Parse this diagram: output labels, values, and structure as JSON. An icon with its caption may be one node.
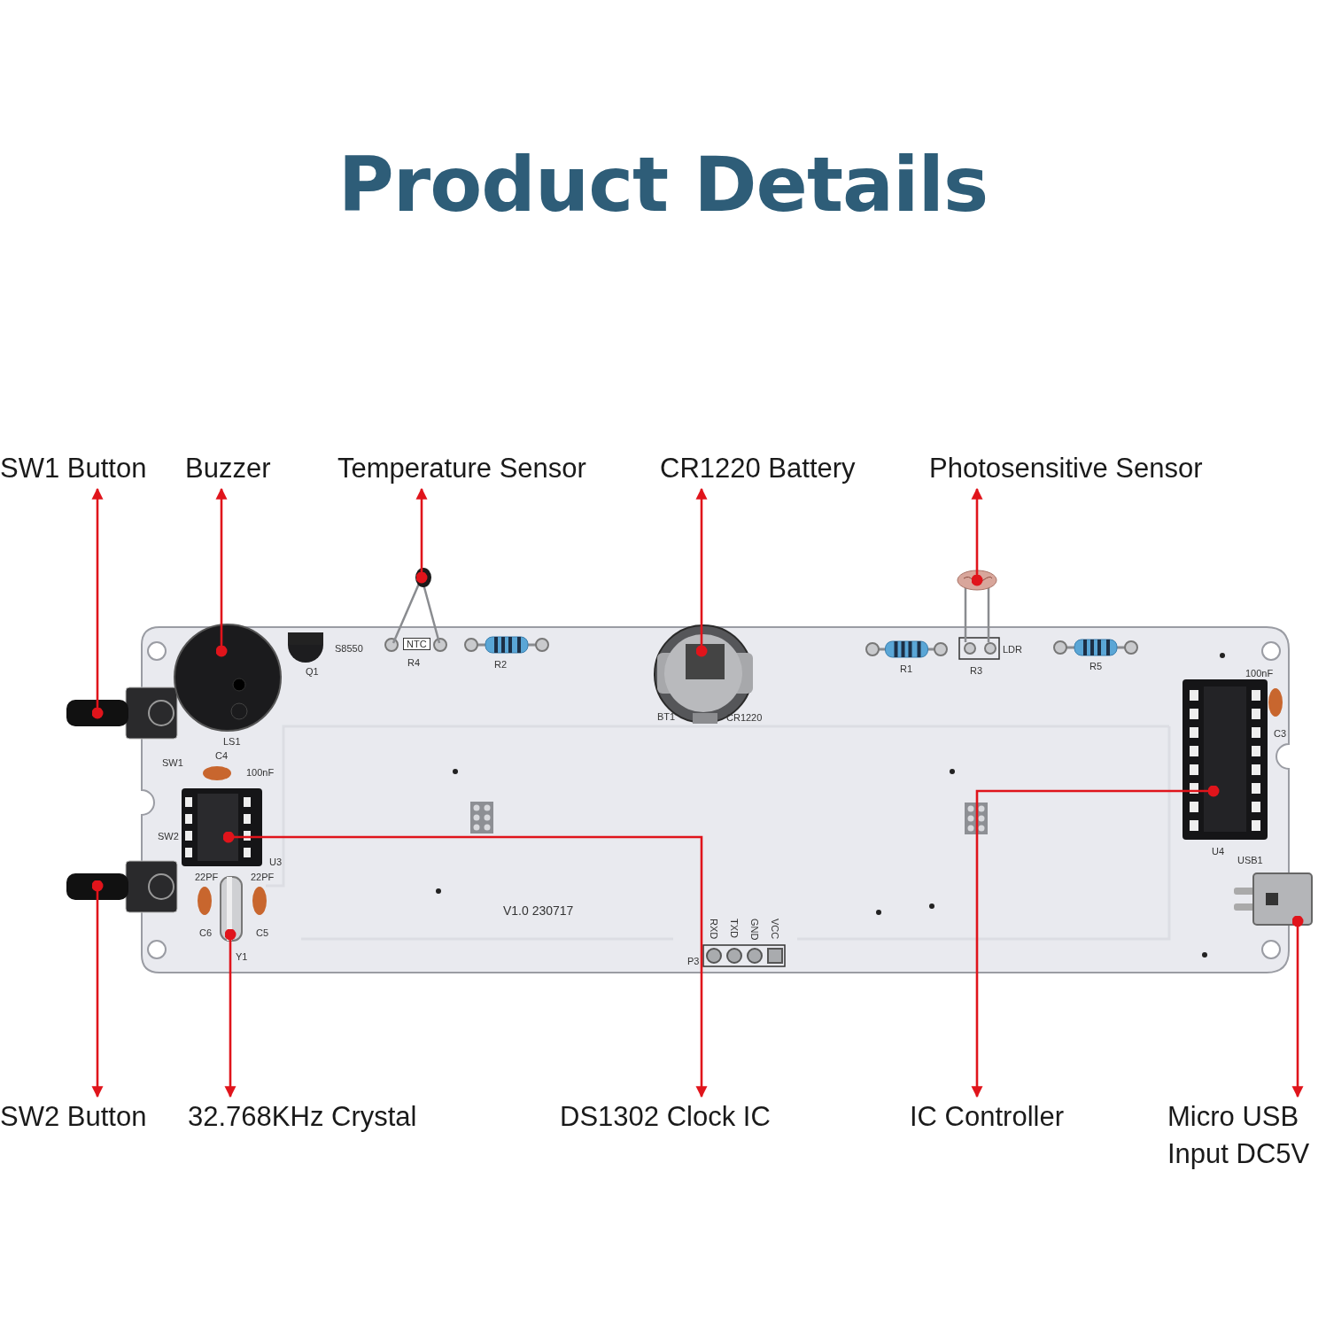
{
  "diagram": {
    "title": "Product Details",
    "nodes": [
      {
        "text": [
          "SW1 Button"
        ]
      },
      {
        "text": [
          "Buzzer"
        ]
      },
      {
        "text": [
          "Temperature Sensor"
        ]
      },
      {
        "text": [
          "CR1220 Battery"
        ]
      },
      {
        "text": [
          "Photosensitive Sensor"
        ]
      },
      {
        "text": [
          "SW2 Button"
        ]
      },
      {
        "text": [
          "32.768KHz Crystal"
        ]
      },
      {
        "text": [
          "DS1302 Clock IC"
        ]
      },
      {
        "text": [
          "IC Controller"
        ]
      },
      {
        "text": [
          "Micro USB Input DC5V"
        ]
      },
      {
        "text": [],
        "shape": "picture"
      },
      {
        "text": [],
        "shape": "picture"
      },
      {
        "text": [],
        "shape": "picture"
      },
      {
        "text": [],
        "shape": "picture"
      },
      {
        "text": [],
        "shape": "picture"
      },
      {
        "text": [],
        "shape": "picture"
      },
      {
        "text": [],
        "shape": "picture"
      },
      {
        "text": [],
        "shape": "picture",
        "beside": [
          "U3"
        ]
      },
      {
        "text": [],
        "shape": "picture",
        "beside": [
          "U4"
        ]
      },
      {
        "text": [],
        "shape": "picture"
      }
    ],
    "edges": [
      {
        "from": 10,
        "to": 0,
        "arrow": "to"
      },
      {
        "from": 11,
        "to": 1,
        "arrow": "to"
      },
      {
        "from": 12,
        "to": 2,
        "arrow": "to"
      },
      {
        "from": 13,
        "to": 3,
        "arrow": "to"
      },
      {
        "from": 14,
        "to": 4,
        "arrow": "to"
      },
      {
        "from": 15,
        "to": 5,
        "arrow": "to"
      },
      {
        "from": 16,
        "to": 6,
        "arrow": "to"
      },
      {
        "from": 17,
        "to": 7,
        "arrow": "to"
      },
      {
        "from": 18,
        "to": 8,
        "arrow": "to"
      },
      {
        "from": 19,
        "to": 9,
        "arrow": "to"
      }
    ],
    "labels": [
      "S8550",
      "Q1",
      "NTC",
      "R4",
      "R2",
      "LS1",
      "SW1",
      "C4",
      "100nF",
      "SW2",
      "22PF",
      "22PF",
      "C6",
      "C5",
      "Y1",
      "BT1",
      "CR1220",
      "R1",
      "R3",
      "LDR",
      "R5",
      "100nF",
      "C3",
      "USB1",
      "V1.0 230717",
      "P3",
      "RXD",
      "TXD",
      "GND",
      "VCC"
    ]
  }
}
